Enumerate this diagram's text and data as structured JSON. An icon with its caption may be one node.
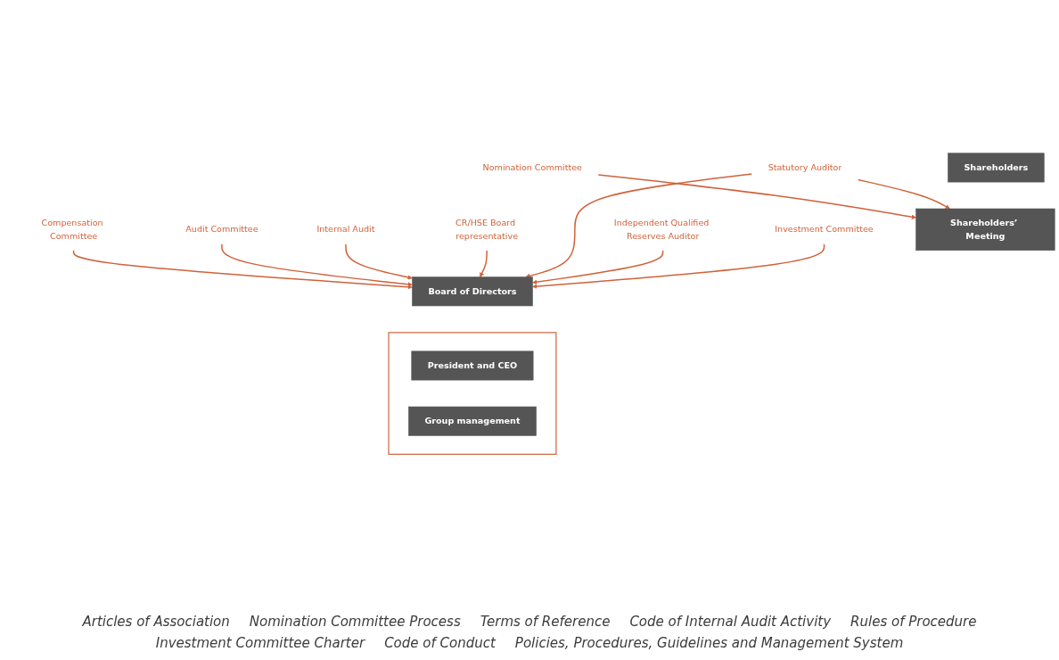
{
  "diagram": {
    "nodes": [
      {
        "text": [
          "Shareholders"
        ]
      },
      {
        "text": [
          "Shareholders’ Meeting"
        ]
      },
      {
        "text": [
          "Board of Directors"
        ]
      },
      {
        "text": [],
        "shape": "chevron"
      },
      {
        "text": [
          "President and CEO"
        ],
        "in": 3
      },
      {
        "text": [
          "Group management"
        ],
        "in": 3
      },
      {
        "text": [
          "Compensation Committee"
        ]
      },
      {
        "text": [
          "Audit Committee"
        ]
      },
      {
        "text": [
          "Internal Audit"
        ]
      },
      {
        "text": [
          "CR/HSE Board representative"
        ]
      },
      {
        "text": [
          "Nomination Committee"
        ]
      },
      {
        "text": [
          "Statutory Auditor"
        ]
      },
      {
        "text": [
          "Independent Qualified Reserves Auditor"
        ]
      },
      {
        "text": [
          "Investment Committee"
        ]
      }
    ],
    "edges": [
      {
        "from": 6,
        "to": 2,
        "arrow": "to"
      },
      {
        "from": 7,
        "to": 2,
        "arrow": "to"
      },
      {
        "from": 8,
        "to": 2,
        "arrow": "to"
      },
      {
        "from": 9,
        "to": 2,
        "arrow": "to"
      },
      {
        "from": 10,
        "to": 1,
        "arrow": "to"
      },
      {
        "from": 11,
        "to": 1,
        "arrow": "to"
      },
      {
        "from": 11,
        "to": 2,
        "arrow": "to"
      },
      {
        "from": 12,
        "to": 2,
        "arrow": "to"
      },
      {
        "from": 13,
        "to": 2,
        "arrow": "to"
      }
    ],
    "labels": [
      "Articles of Association",
      "Nomination Committee Process",
      "Terms of Reference",
      "Code of Internal Audit Activity",
      "Rules of Procedure",
      "Investment Committee Charter",
      "Code of Conduct",
      "Policies, Procedures, Guidelines and Management System"
    ]
  }
}
